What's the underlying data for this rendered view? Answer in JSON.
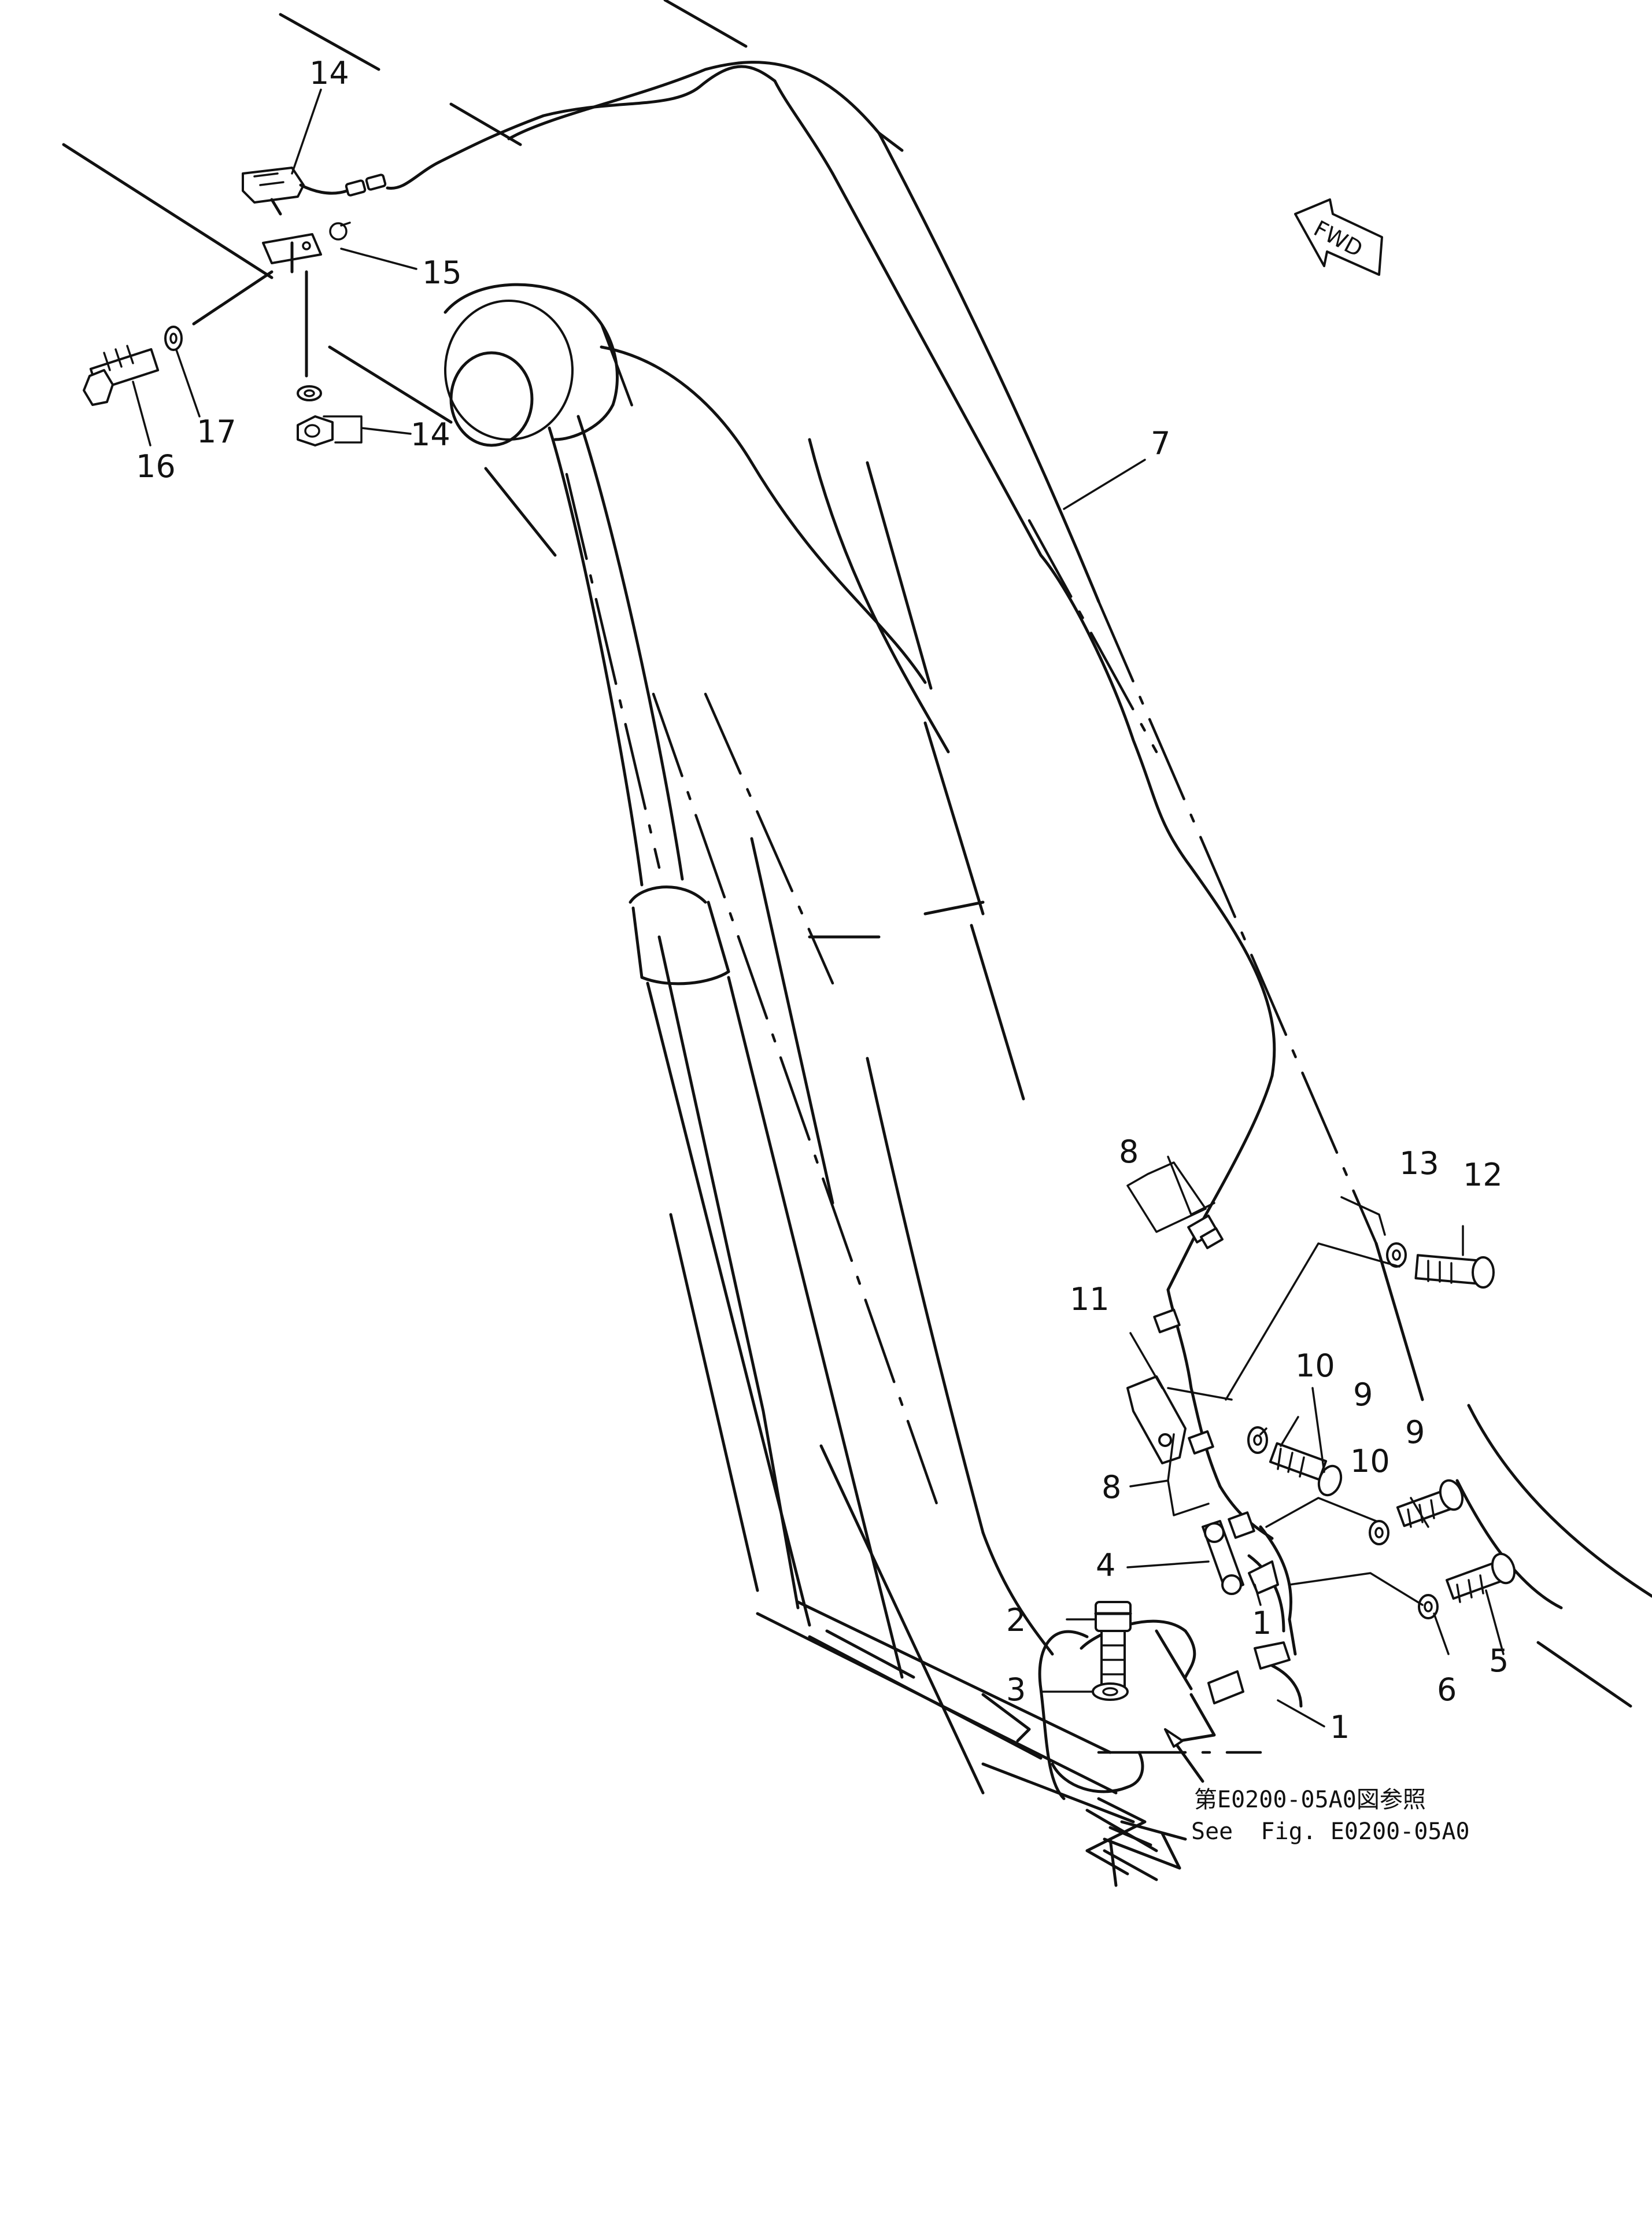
{
  "fwd_label": "FWD",
  "reference_note": {
    "jp": "第E0200-05A0図参照",
    "en": "See  Fig. E0200-05A0"
  },
  "callouts": {
    "c14a": "14",
    "c15": "15",
    "c14b": "14",
    "c16": "16",
    "c17": "17",
    "c7": "7",
    "c8a": "8",
    "c13": "13",
    "c12": "12",
    "c11": "11",
    "c10a": "10",
    "c9a": "9",
    "c9b": "9",
    "c8b": "8",
    "c10b": "10",
    "c4": "4",
    "c2": "2",
    "c1a": "1",
    "c3": "3",
    "c1b": "1",
    "c6": "6",
    "c5": "5"
  },
  "colors": {
    "ink": "#111111",
    "paper": "#ffffff"
  }
}
